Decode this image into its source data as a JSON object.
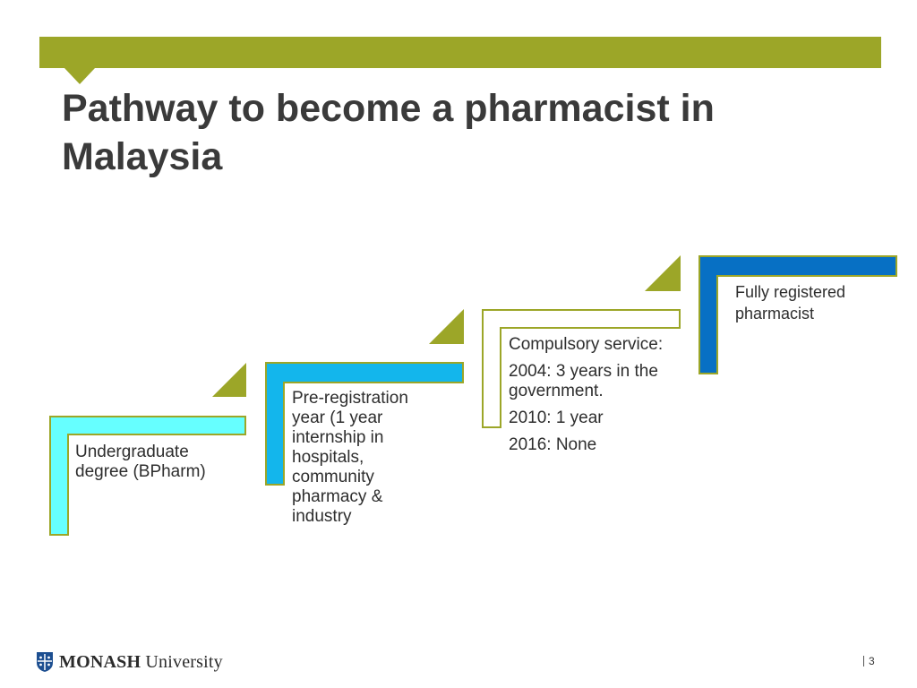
{
  "slide": {
    "title": "Pathway to become a pharmacist in Malaysia",
    "page_number": "3"
  },
  "steps": [
    {
      "lines": [
        "Undergraduate degree (BPharm)"
      ],
      "color": "#66ffff"
    },
    {
      "lines": [
        "Pre-registration year (1 year internship in hospitals, community pharmacy & industry"
      ],
      "color": "#13b6ec"
    },
    {
      "lines": [
        "Compulsory service:",
        "2004: 3 years in the government.",
        "2010: 1 year",
        "2016: None"
      ],
      "color": "#ffffff"
    },
    {
      "lines": [
        "Fully registered pharmacist"
      ],
      "color": "#0770c4"
    }
  ],
  "accent_color": "#9ca628",
  "footer": {
    "logo_bold": "MONASH",
    "logo_regular": " University"
  }
}
